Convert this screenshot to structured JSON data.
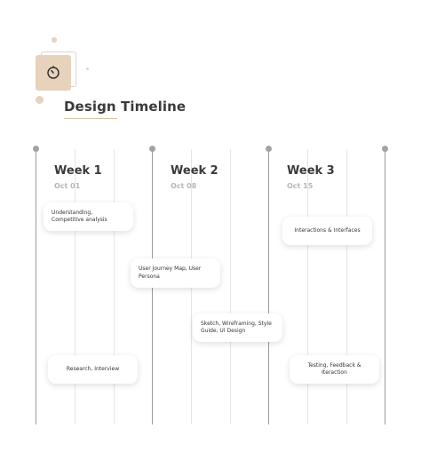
{
  "header": {
    "title": "Design Timeline",
    "icon": "timer-icon",
    "accent_color": "#e7d2bc"
  },
  "weeks": [
    {
      "label": "Week 1",
      "date": "Oct 01"
    },
    {
      "label": "Week 2",
      "date": "Oct 08"
    },
    {
      "label": "Week 3",
      "date": "Oct 15"
    }
  ],
  "tasks": [
    {
      "text": "Understanding, Competitive analysis"
    },
    {
      "text": "User Journey Map, User Persona"
    },
    {
      "text": "Sketch, Wireframing, Style Guide, UI Design"
    },
    {
      "text": "Research, Interview"
    },
    {
      "text": "Interactions & Interfaces"
    },
    {
      "text": "Testing, Feedback & Iteraction"
    }
  ]
}
